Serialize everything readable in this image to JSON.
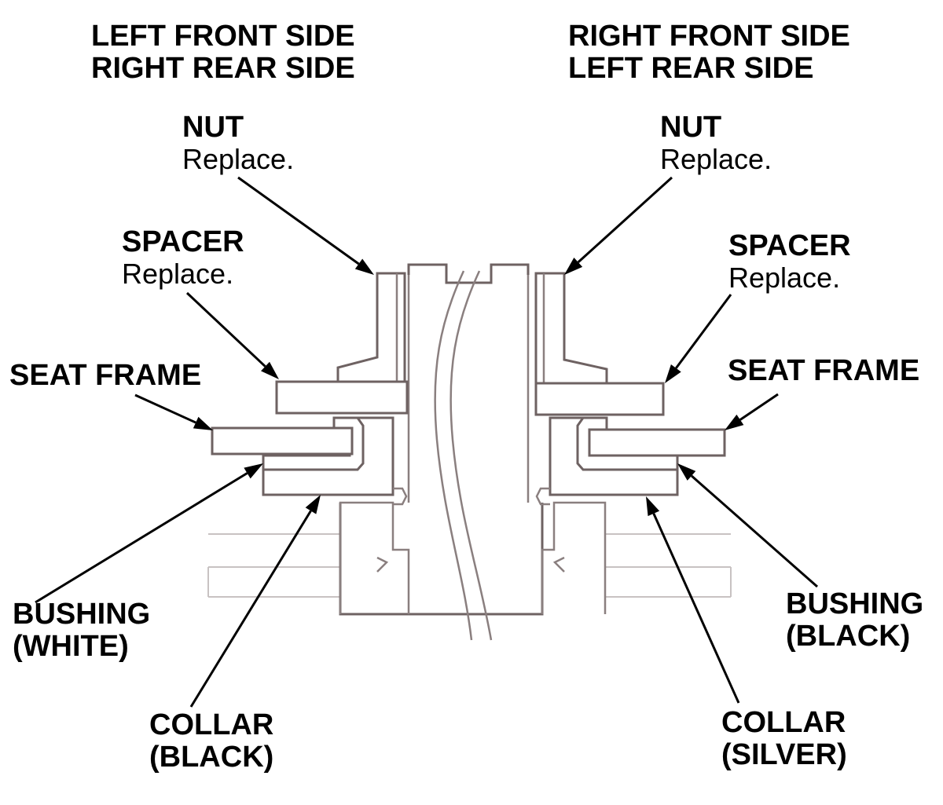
{
  "headers": {
    "left": [
      "LEFT FRONT SIDE",
      "RIGHT REAR SIDE"
    ],
    "right": [
      "RIGHT FRONT SIDE",
      "LEFT REAR SIDE"
    ]
  },
  "left": {
    "nut": {
      "name": "NUT",
      "note": "Replace."
    },
    "spacer": {
      "name": "SPACER",
      "note": "Replace."
    },
    "seat_frame": {
      "name": "SEAT FRAME"
    },
    "bushing": {
      "name": "BUSHING",
      "color": "(WHITE)"
    },
    "collar": {
      "name": "COLLAR",
      "color": "(BLACK)"
    }
  },
  "right": {
    "nut": {
      "name": "NUT",
      "note": "Replace."
    },
    "spacer": {
      "name": "SPACER",
      "note": "Replace."
    },
    "seat_frame": {
      "name": "SEAT FRAME"
    },
    "bushing": {
      "name": "BUSHING",
      "color": "(BLACK)"
    },
    "collar": {
      "name": "COLLAR",
      "color": "(SILVER)"
    }
  },
  "colors": {
    "line_art": "#6e6262",
    "text": "#000000"
  }
}
